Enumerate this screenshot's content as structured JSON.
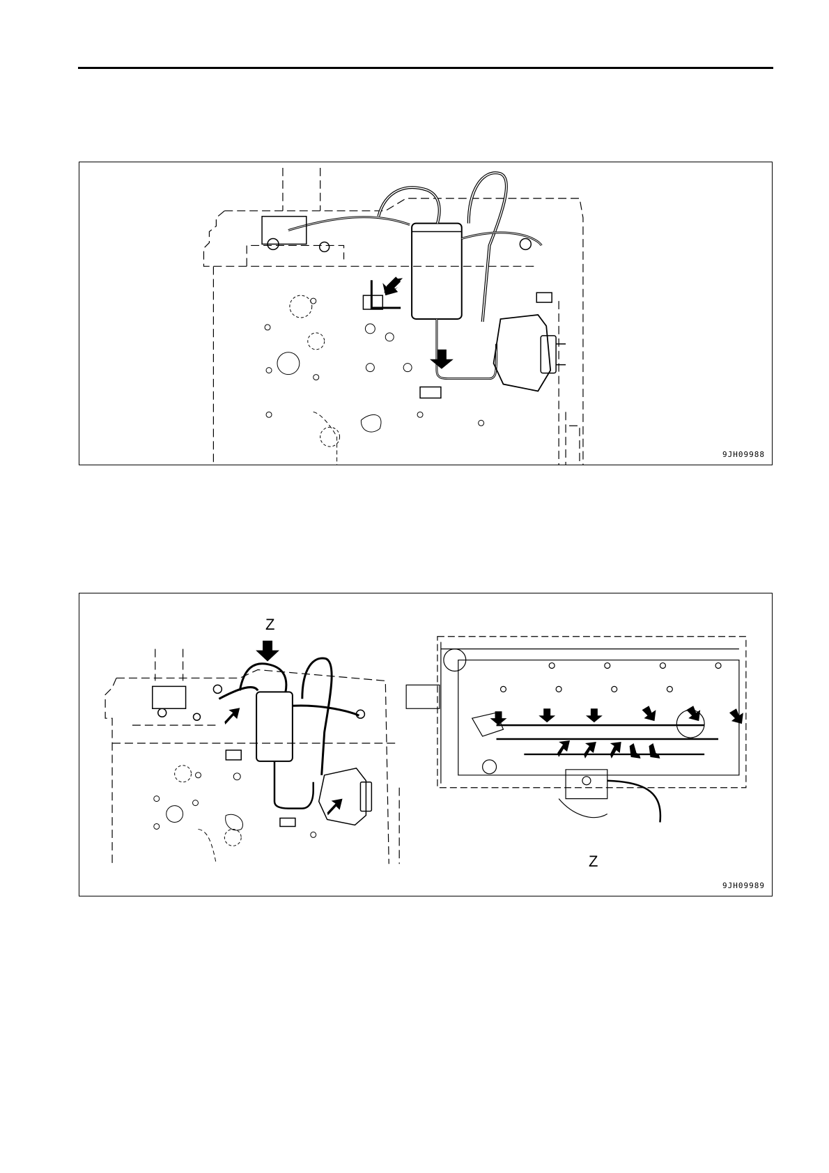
{
  "figures": [
    {
      "code": "9JH09988"
    },
    {
      "code": "9JH09989",
      "view_label_top": "Z",
      "view_label_bottom": "Z"
    }
  ]
}
